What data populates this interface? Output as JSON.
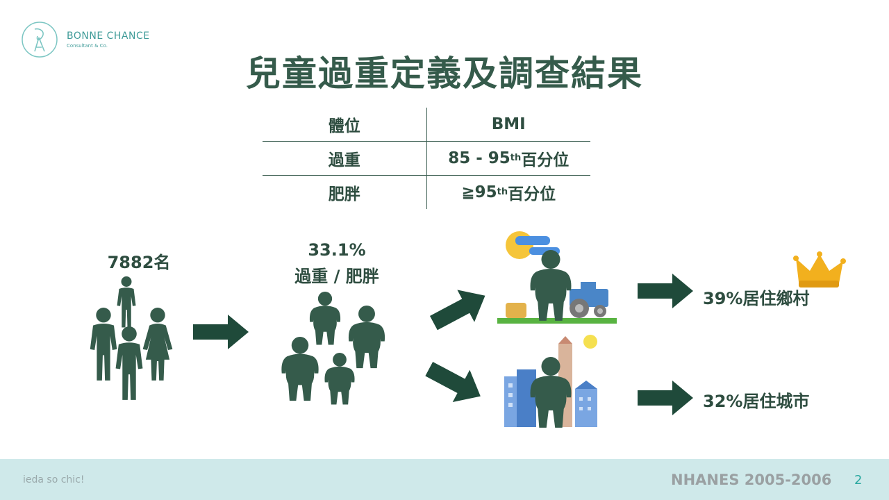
{
  "brand": {
    "name": "BONNE CHANCE",
    "subtitle": "Consultant & Co.",
    "tagline": "ieda so chic!"
  },
  "title": "兒童過重定義及調查結果",
  "table": {
    "headers": [
      "體位",
      "BMI"
    ],
    "rows": [
      {
        "label": "過重",
        "value_prefix": "85 - 95",
        "sup": "th",
        "value_suffix": "百分位"
      },
      {
        "label": "肥胖",
        "value_prefix": "≧95",
        "sup": "th",
        "value_suffix": "百分位"
      }
    ]
  },
  "flow": {
    "total_label": "7882名",
    "percent_label": "33.1%",
    "group_label": "過重 / 肥胖",
    "rural_label": "39%居住鄉村",
    "urban_label": "32%居住城市"
  },
  "footer": {
    "source": "NHANES 2005-2006",
    "page": "2"
  },
  "colors": {
    "primary": "#355b4b",
    "arrow": "#1f4a3a",
    "teal": "#3f9b98",
    "footer_bg": "#cfe9ea",
    "crown": "#f2b01e"
  }
}
